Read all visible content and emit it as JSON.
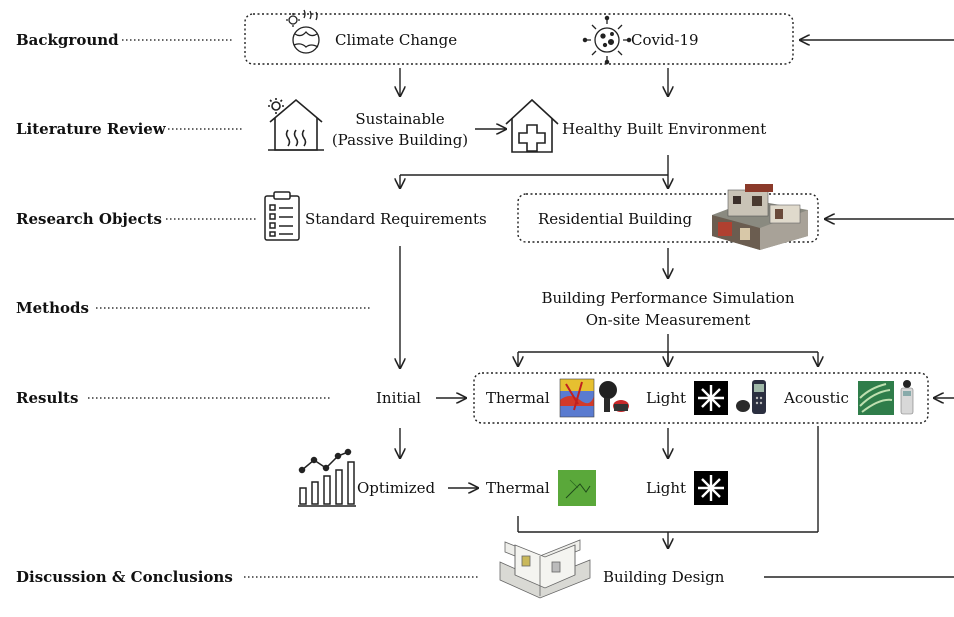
{
  "stages": {
    "background": "Background",
    "literature_review": "Literature Review",
    "research_objects": "Research Objects",
    "methods": "Methods",
    "results": "Results",
    "discussion": "Discussion & Conclusions"
  },
  "nodes": {
    "climate_change": "Climate Change",
    "covid": "Covid-19",
    "sustainable_line1": "Sustainable",
    "sustainable_line2": "(Passive Building)",
    "healthy": "Healthy Built Environment",
    "standard": "Standard Requirements",
    "residential": "Residential Building",
    "simulation_line1": "Building Performance Simulation",
    "simulation_line2": "On-site Measurement",
    "initial": "Initial",
    "thermal": "Thermal",
    "light": "Light",
    "acoustic": "Acoustic",
    "optimized": "Optimized",
    "thermal_opt": "Thermal",
    "light_opt": "Light",
    "building_design": "Building Design"
  },
  "icons": {
    "climate": "globe-sun-icon",
    "covid": "virus-icon",
    "house": "house-heat-icon",
    "healthy_house": "house-cross-icon",
    "clipboard": "clipboard-icon",
    "residential_model": "3d-house-model-image",
    "thermal_map": "thermal-map-image",
    "anemometer": "anemometer-image",
    "light_burst": "light-burst-image",
    "lux_meter": "lux-meter-image",
    "acoustic_map": "acoustic-map-image",
    "sound_meter": "sound-meter-image",
    "chart": "bar-line-chart-icon",
    "thermal_opt_map": "thermal-optimized-image",
    "building_model": "building-model-image"
  },
  "colors": {
    "line": "#222222",
    "thermal_green": "#5aa83a",
    "acoustic_green": "#2f7d4a"
  }
}
